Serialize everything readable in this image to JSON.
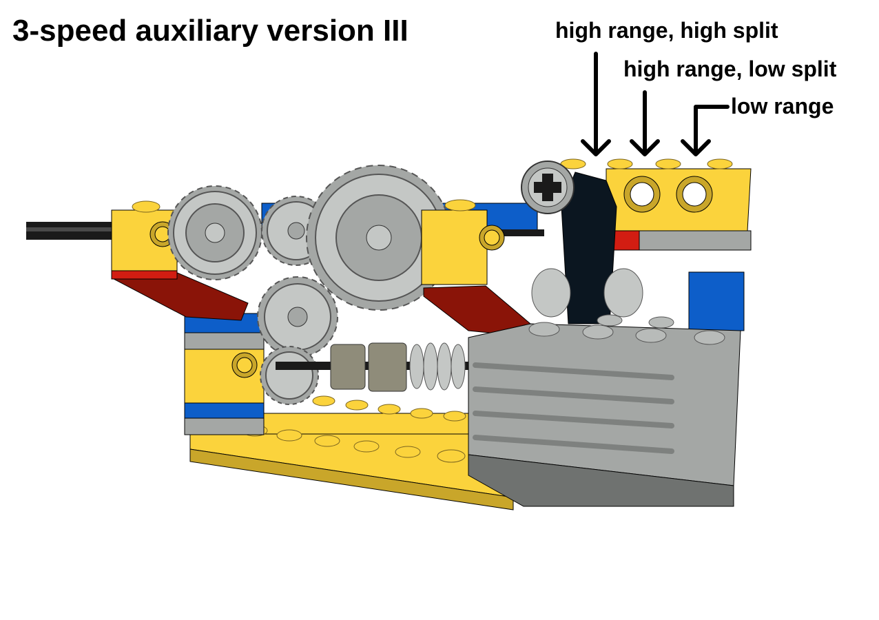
{
  "title": "3-speed auxiliary version III",
  "labels": [
    "high range, high split",
    "high range, low split",
    "low range"
  ],
  "colors": {
    "yellow": "#fbd33c",
    "yellow_dark": "#c9a62a",
    "dark_red": "#8a1408",
    "red": "#d21d12",
    "blue": "#0d5ec9",
    "gray": "#a4a7a5",
    "gray_dark": "#6f7270",
    "black": "#0b1620",
    "axle": "#1a1a1a"
  }
}
